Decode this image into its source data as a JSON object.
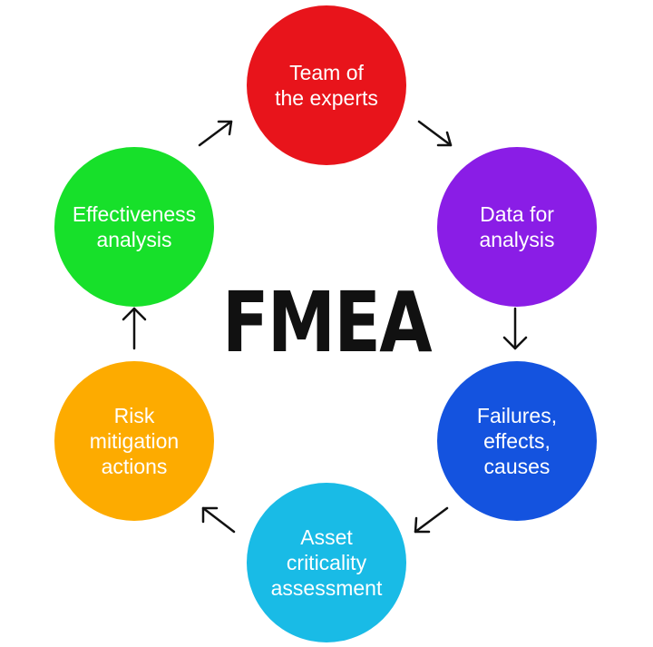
{
  "title": "FMEA",
  "steps": [
    {
      "label": "Team of\nthe experts",
      "color": "#e8141b"
    },
    {
      "label": "Data for\nanalysis",
      "color": "#8a1de6"
    },
    {
      "label": "Failures,\neffects,\ncauses",
      "color": "#1453df"
    },
    {
      "label": "Asset\ncriticality\nassessment",
      "color": "#19bbe6"
    },
    {
      "label": "Risk\nmitigation\nactions",
      "color": "#fdab00"
    },
    {
      "label": "Effectiveness\nanalysis",
      "color": "#17e02a"
    }
  ],
  "arrow_color": "#111111"
}
